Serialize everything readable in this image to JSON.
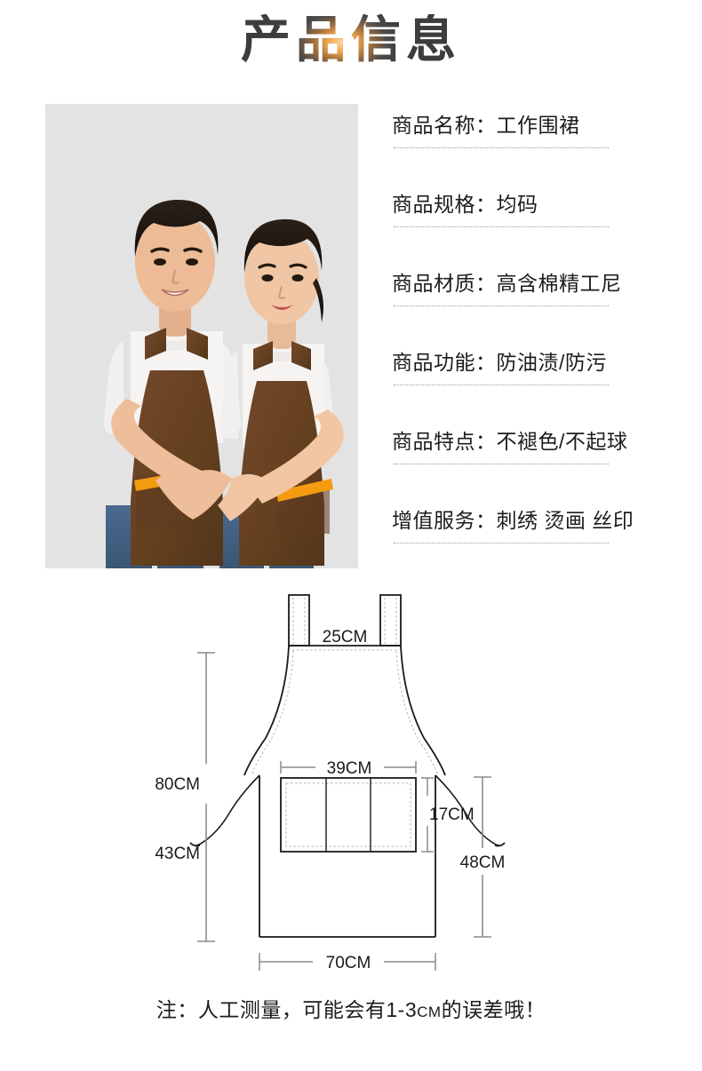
{
  "header": {
    "title": "产品信息"
  },
  "photo": {
    "alt_name": "couple-wearing-brown-apron-heart-pose",
    "background_color": "#e3e3e3",
    "apron_color": "#6b4228",
    "apron_trim_color": "#f39c12",
    "shirt_color": "#f5f3f1",
    "jeans_color": "#4a6versatile"
  },
  "specs": [
    {
      "label": "商品名称：",
      "value": "工作围裙",
      "full": "商品名称：工作围裙"
    },
    {
      "label": "商品规格：",
      "value": "均码",
      "full": "商品规格：均码"
    },
    {
      "label": "商品材质：",
      "value": "高含棉精工尼",
      "full": "商品材质：高含棉精工尼"
    },
    {
      "label": "商品功能：",
      "value": "防油渍/防污",
      "full": "商品功能：防油渍/防污"
    },
    {
      "label": "商品特点：",
      "value": "不褪色/不起球",
      "full": "商品特点：不褪色/不起球"
    },
    {
      "label": "增值服务：",
      "value": "刺绣 烫画 丝印",
      "full": "增值服务：刺绣 烫画 丝印"
    }
  ],
  "diagram": {
    "name": "apron-measurement-diagram",
    "line_color": "#1a1a1a",
    "dimension_color": "#8c8c8c",
    "dimensions": {
      "strap_gap": "25CM",
      "body_length": "80CM",
      "pocket_width": "39CM",
      "pocket_height": "17CM",
      "side_drop": "43CM",
      "side_length": "48CM",
      "hem_width": "70CM"
    }
  },
  "footer": {
    "note_prefix": "注：人工测量，可能会有1-3",
    "note_unit": "CM",
    "note_suffix": "的误差哦！"
  }
}
